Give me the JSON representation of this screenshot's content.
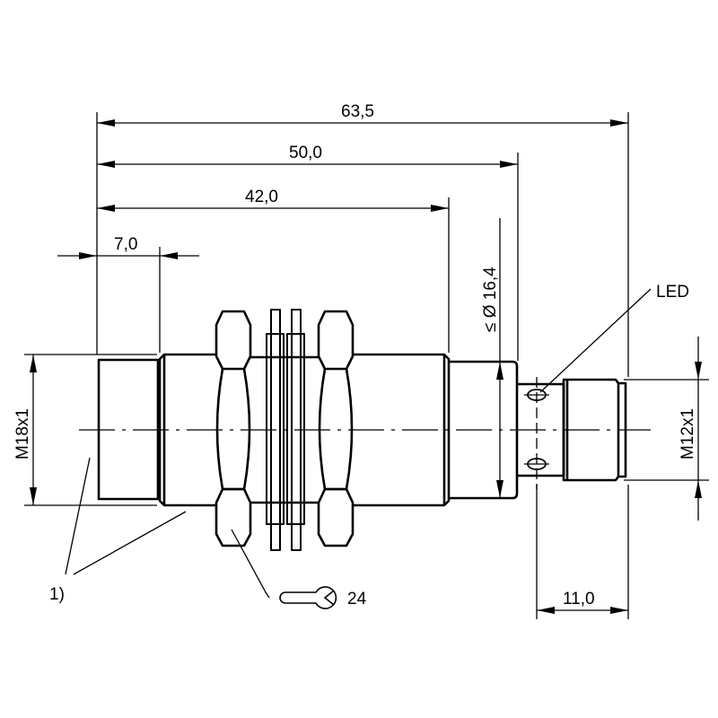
{
  "dimensions": {
    "overall_length": "63,5",
    "body_to_connector": "50,0",
    "thread_length": "42,0",
    "front_cap": "7,0",
    "max_diameter": "≤ Ø 16,4",
    "thread_m18": "M18x1",
    "thread_m12": "M12x1",
    "connector_length": "11,0"
  },
  "labels": {
    "led": "LED",
    "note": "1)",
    "wrench_size": "24"
  },
  "icons": [
    "wrench-icon"
  ],
  "colors": {
    "line": "#000000",
    "background": "#ffffff"
  }
}
